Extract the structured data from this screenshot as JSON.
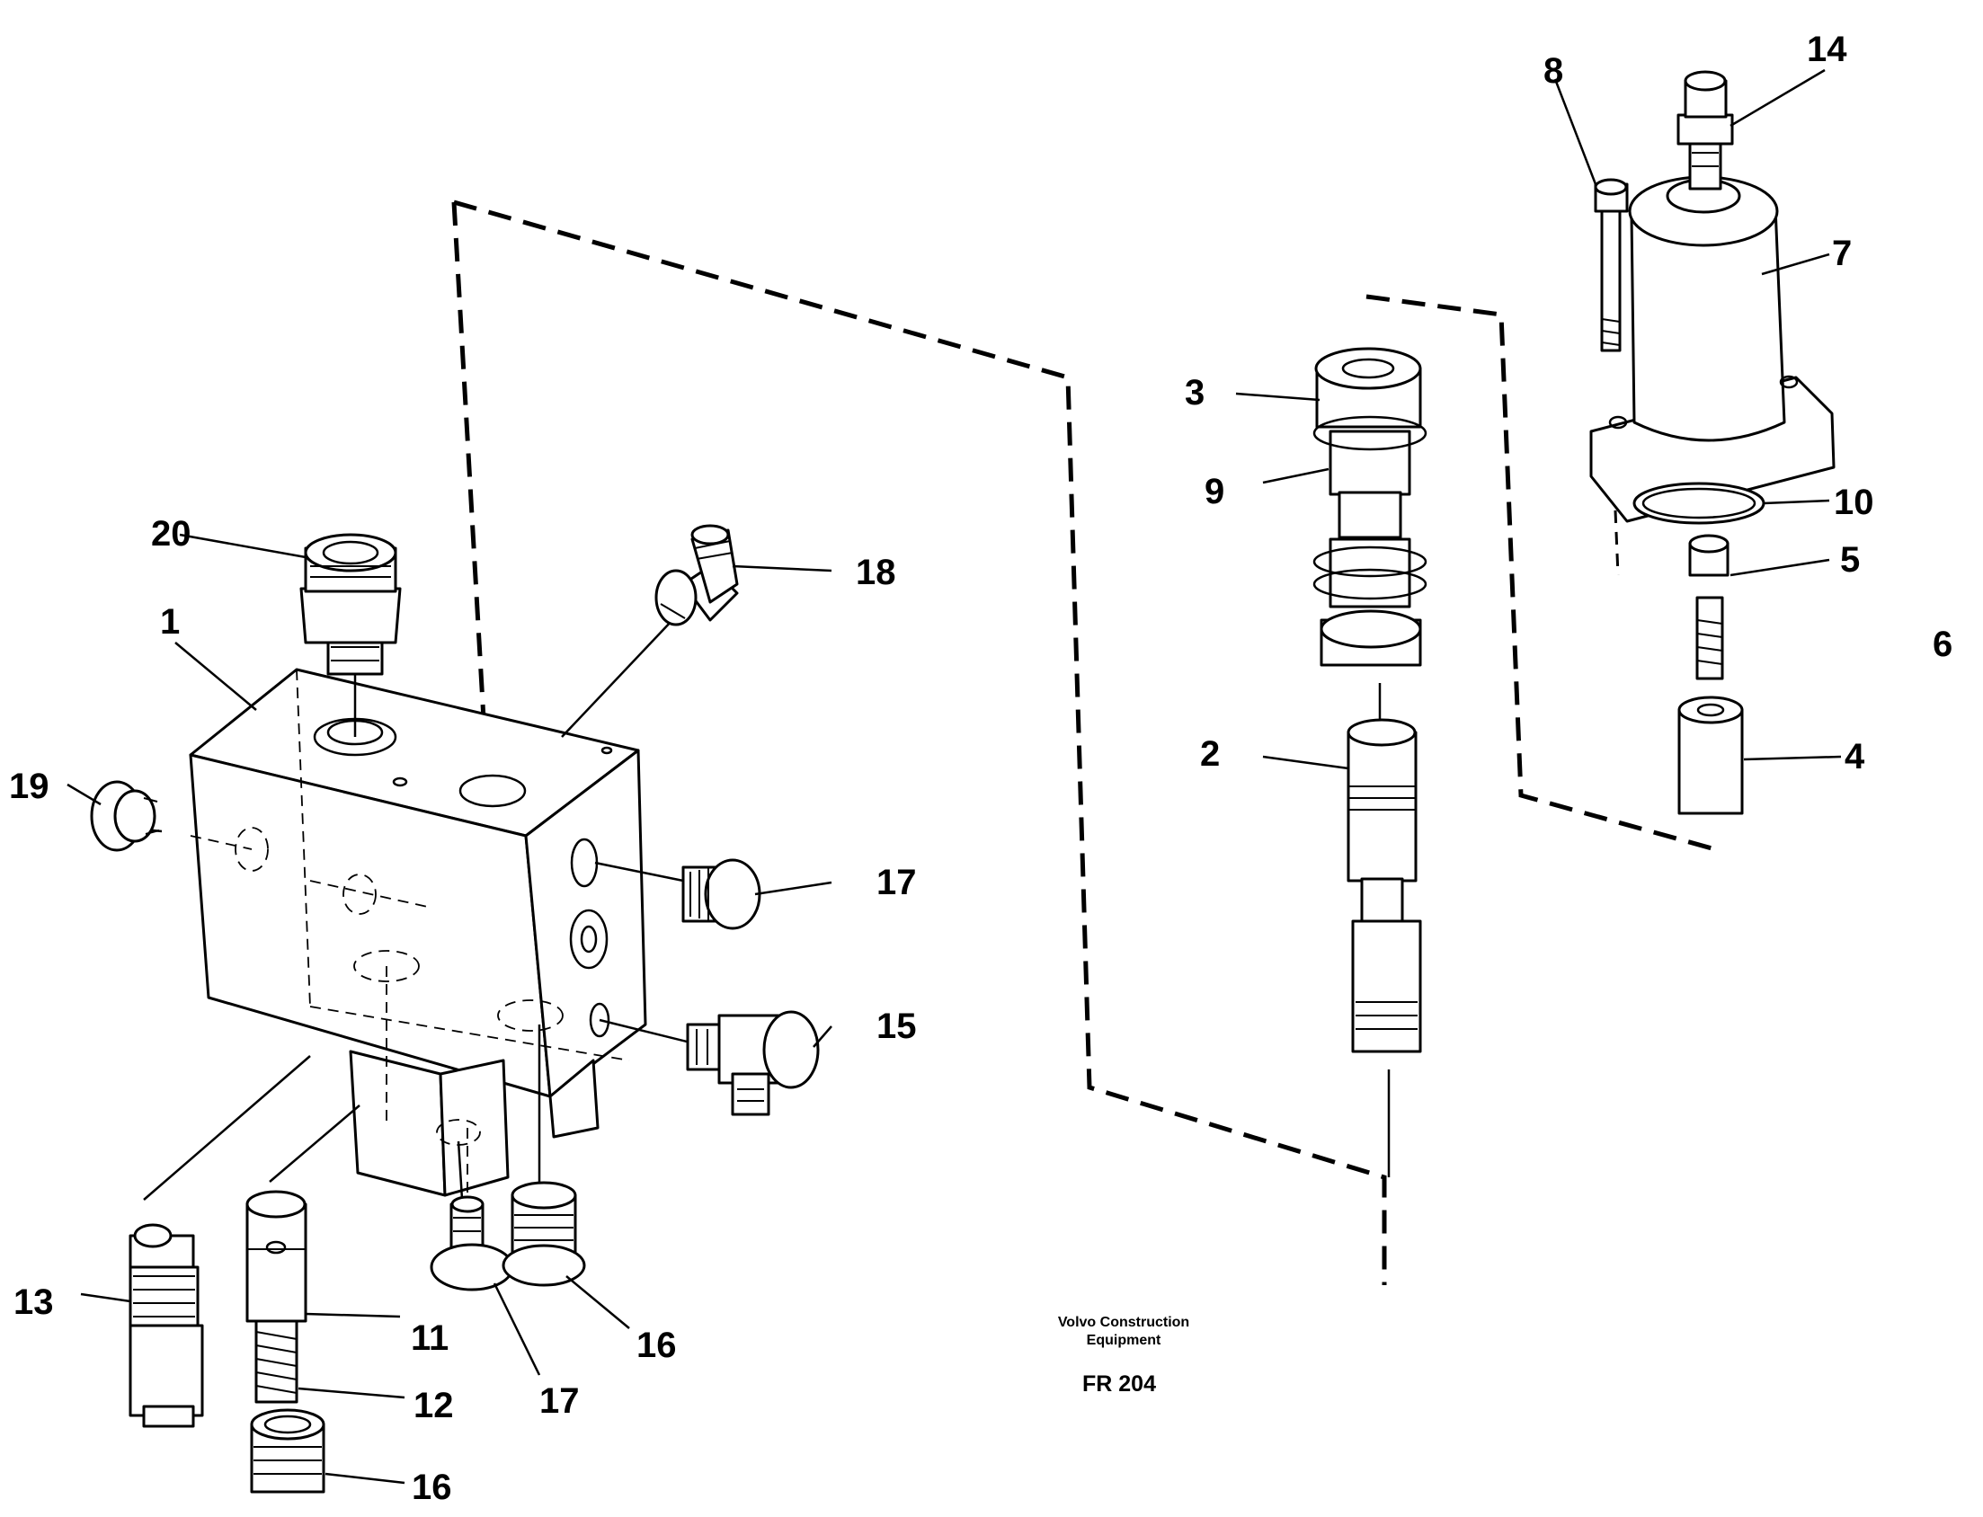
{
  "diagram": {
    "callouts": {
      "c1": "1",
      "c2": "2",
      "c3": "3",
      "c4": "4",
      "c5": "5",
      "c6": "6",
      "c7": "7",
      "c8": "8",
      "c9": "9",
      "c10": "10",
      "c11": "11",
      "c12": "12",
      "c13": "13",
      "c14": "14",
      "c15": "15",
      "c16a": "16",
      "c16b": "16",
      "c17a": "17",
      "c17b": "17",
      "c18": "18",
      "c19": "19",
      "c20": "20"
    },
    "credit_line1": "Volvo Construction",
    "credit_line2": "Equipment",
    "figure_code": "FR 204"
  }
}
